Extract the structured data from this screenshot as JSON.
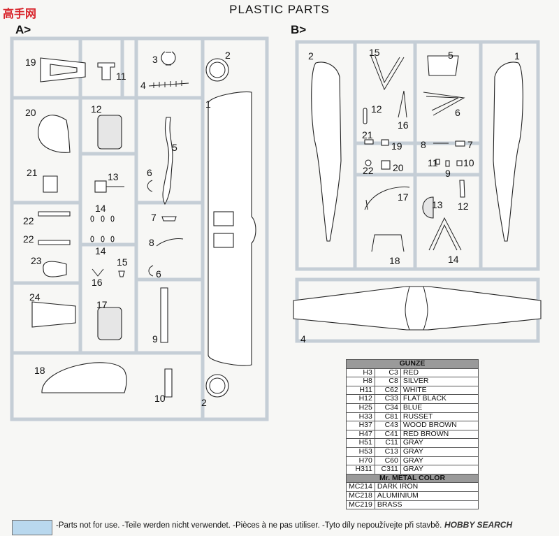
{
  "header": {
    "title": "PLASTIC PARTS",
    "watermark": "高手网"
  },
  "sprues": {
    "a_label": "A>",
    "b_label": "B>"
  },
  "parts_a": {
    "p1": "1",
    "p2_top": "2",
    "p2_bottom": "2",
    "p3": "3",
    "p4": "4",
    "p5": "5",
    "p6_top": "6",
    "p6_bottom": "6",
    "p7": "7",
    "p8": "8",
    "p9": "9",
    "p10": "10",
    "p11": "11",
    "p12": "12",
    "p13": "13",
    "p14_top": "14",
    "p14_bottom": "14",
    "p15": "15",
    "p16": "16",
    "p17": "17",
    "p18": "18",
    "p19": "19",
    "p20": "20",
    "p21": "21",
    "p22_top": "22",
    "p22_bottom": "22",
    "p23": "23",
    "p24": "24"
  },
  "parts_b": {
    "p1": "1",
    "p2": "2",
    "p4": "4",
    "p5": "5",
    "p6": "6",
    "p7": "7",
    "p8": "8",
    "p9": "9",
    "p10": "10",
    "p11": "11",
    "p12_top": "12",
    "p12_bottom": "12",
    "p13": "13",
    "p14": "14",
    "p15": "15",
    "p16": "16",
    "p17": "17",
    "p18": "18",
    "p19": "19",
    "p20": "20",
    "p21": "21",
    "p22": "22"
  },
  "paint_table": {
    "gunze_header": "GUNZE",
    "gunze_rows": [
      {
        "h": "H3",
        "c": "C3",
        "name": "RED"
      },
      {
        "h": "H8",
        "c": "C8",
        "name": "SILVER"
      },
      {
        "h": "H11",
        "c": "C62",
        "name": "WHITE"
      },
      {
        "h": "H12",
        "c": "C33",
        "name": "FLAT BLACK"
      },
      {
        "h": "H25",
        "c": "C34",
        "name": "BLUE"
      },
      {
        "h": "H33",
        "c": "C81",
        "name": "RUSSET"
      },
      {
        "h": "H37",
        "c": "C43",
        "name": "WOOD BROWN"
      },
      {
        "h": "H47",
        "c": "C41",
        "name": "RED BROWN"
      },
      {
        "h": "H51",
        "c": "C11",
        "name": "GRAY"
      },
      {
        "h": "H53",
        "c": "C13",
        "name": "GRAY"
      },
      {
        "h": "H70",
        "c": "C60",
        "name": "GRAY"
      },
      {
        "h": "H311",
        "c": "C311",
        "name": "GRAY"
      }
    ],
    "metal_header": "Mr. METAL COLOR",
    "metal_rows": [
      {
        "code": "MC214",
        "name": "DARK IRON"
      },
      {
        "code": "MC218",
        "name": "ALUMINIUM"
      },
      {
        "code": "MC219",
        "name": "BRASS"
      }
    ]
  },
  "legend": {
    "text": "-Parts not for use. -Teile werden nicht verwendet. -Pièces à ne pas utiliser. -Tyto díly nepoužívejte při stavbě.",
    "color": "#b9d8ee"
  },
  "footer": {
    "logo": "HOBBY SEARCH"
  }
}
